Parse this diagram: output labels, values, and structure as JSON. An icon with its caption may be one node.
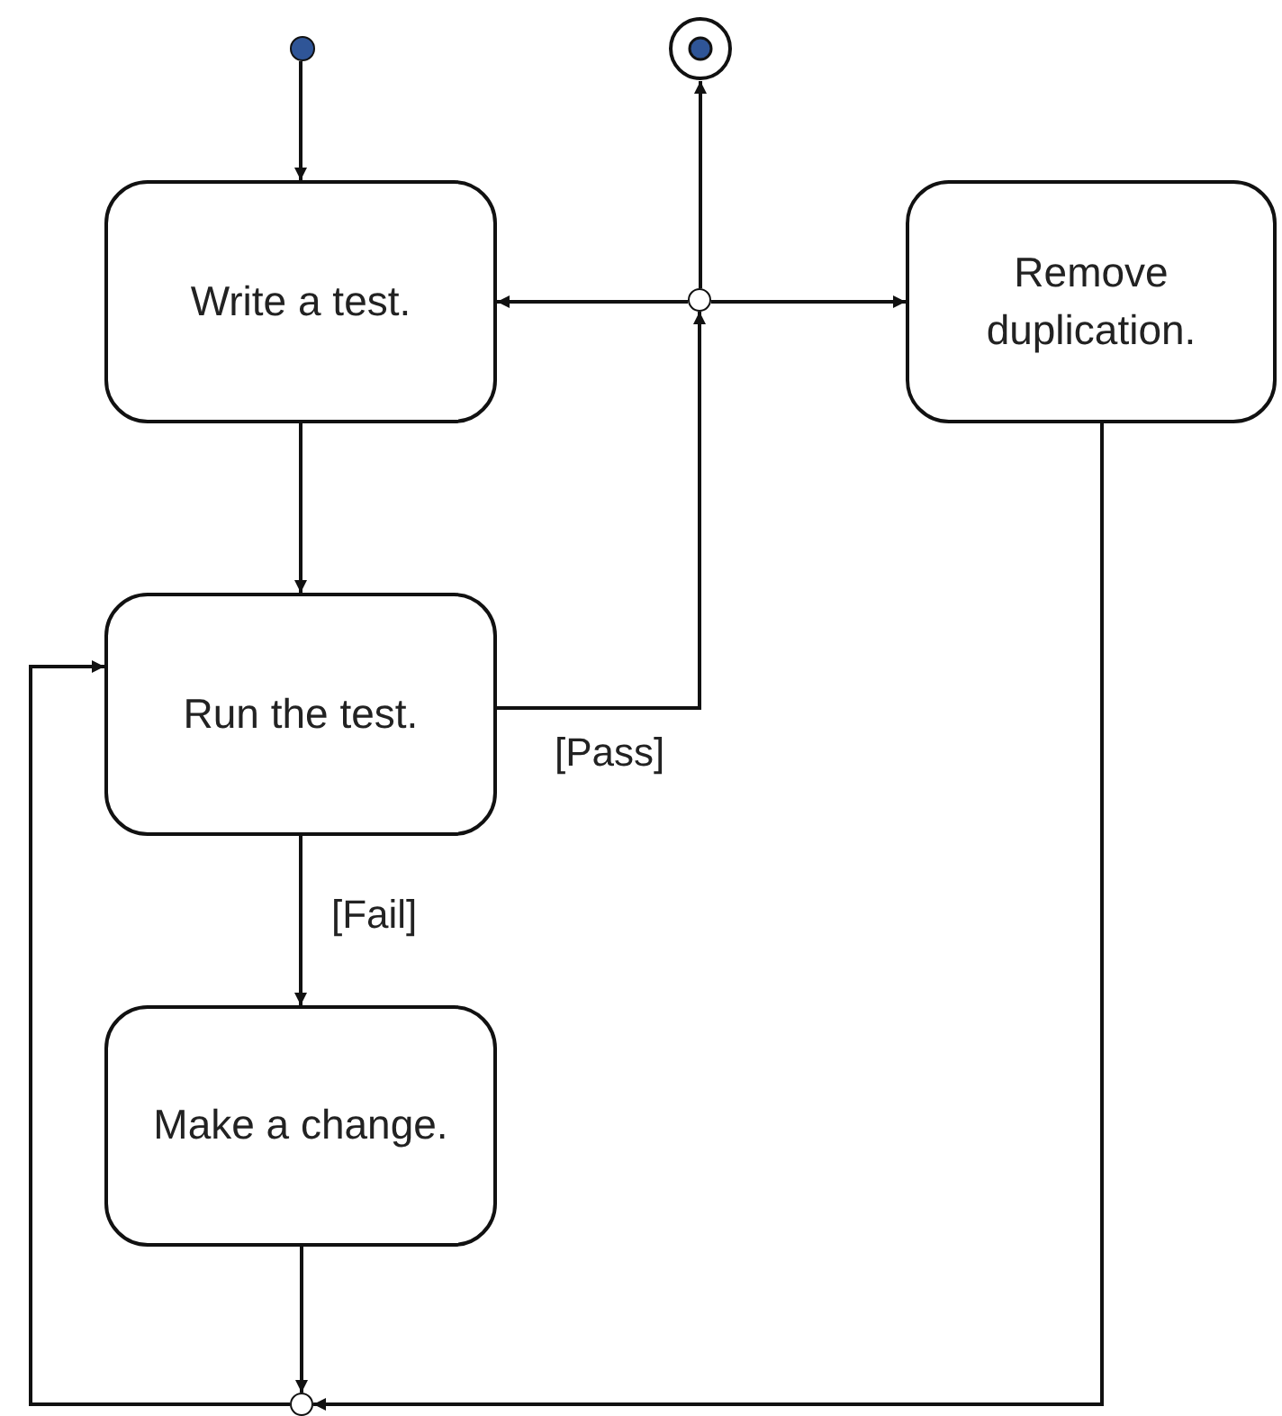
{
  "diagram": {
    "nodes": [
      {
        "text": [],
        "shape": "circle"
      },
      {
        "text": [],
        "shape": "bullseye"
      },
      {
        "text": [
          "Write a test."
        ]
      },
      {
        "text": [],
        "shape": "circle"
      },
      {
        "text": [
          "Remove duplication."
        ]
      },
      {
        "text": [
          "Run the test."
        ]
      },
      {
        "text": [
          "Make a change."
        ]
      },
      {
        "text": [],
        "shape": "circle"
      }
    ],
    "edges": [
      {
        "from": 0,
        "to": 2,
        "arrow": "to"
      },
      {
        "from": 3,
        "to": 1,
        "arrow": "to"
      },
      {
        "from": 3,
        "to": 2,
        "arrow": "to"
      },
      {
        "from": 3,
        "to": 4,
        "arrow": "to"
      },
      {
        "from": 2,
        "to": 5,
        "arrow": "to"
      },
      {
        "from": 5,
        "to": 3,
        "arrow": "to",
        "label": "[Pass]"
      },
      {
        "from": 5,
        "to": 6,
        "arrow": "to",
        "label": "[Fail]"
      },
      {
        "from": 6,
        "to": 7,
        "arrow": "to"
      },
      {
        "from": 4,
        "to": 7,
        "arrow": "to"
      },
      {
        "from": 7,
        "to": 5,
        "arrow": "to"
      }
    ]
  }
}
